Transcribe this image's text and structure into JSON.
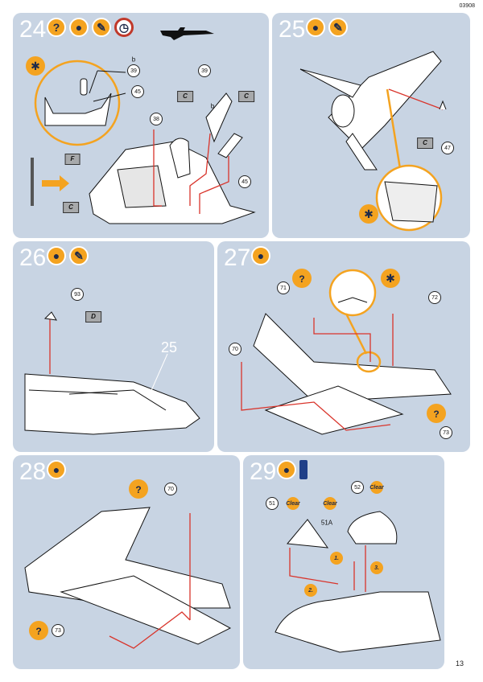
{
  "page": {
    "code": "03908",
    "page_number": "13"
  },
  "steps": [
    {
      "number": "24",
      "icons": [
        "help-icon",
        "glue-icon",
        "paint-icon",
        "clock-icon"
      ],
      "labels": {
        "p39a": "39",
        "p45a": "45",
        "p39b": "39",
        "p38": "38",
        "p45b": "45",
        "b1": "b",
        "b2": "b"
      },
      "flags": {
        "c1": "C",
        "c2": "C",
        "f": "F",
        "c3": "C"
      }
    },
    {
      "number": "25",
      "icons": [
        "glue-icon",
        "paint-icon"
      ],
      "labels": {
        "p47": "47"
      },
      "flags": {
        "c": "C"
      }
    },
    {
      "number": "26",
      "icons": [
        "glue-icon",
        "paint-icon"
      ],
      "labels": {
        "p93": "93",
        "ref25": "25"
      },
      "flags": {
        "d": "D"
      }
    },
    {
      "number": "27",
      "icons": [
        "glue-icon"
      ],
      "labels": {
        "p71": "71",
        "p72": "72",
        "p70": "70",
        "p73": "73"
      }
    },
    {
      "number": "28",
      "icons": [
        "glue-icon"
      ],
      "labels": {
        "p70": "70",
        "p73": "73"
      }
    },
    {
      "number": "29",
      "icons": [
        "glue-icon",
        "clear-glue-icon"
      ],
      "labels": {
        "p51": "51",
        "p52": "52",
        "p51a": "51A",
        "clear1": "Clear",
        "clear2": "Clear",
        "clear3": "Clear",
        "s1": "1.",
        "s2": "2.",
        "s3": "3."
      }
    }
  ],
  "colors": {
    "panel": "#c8d4e3",
    "accent": "#f4a320",
    "guide": "#d9342b",
    "outline": "#1a1a1a"
  }
}
